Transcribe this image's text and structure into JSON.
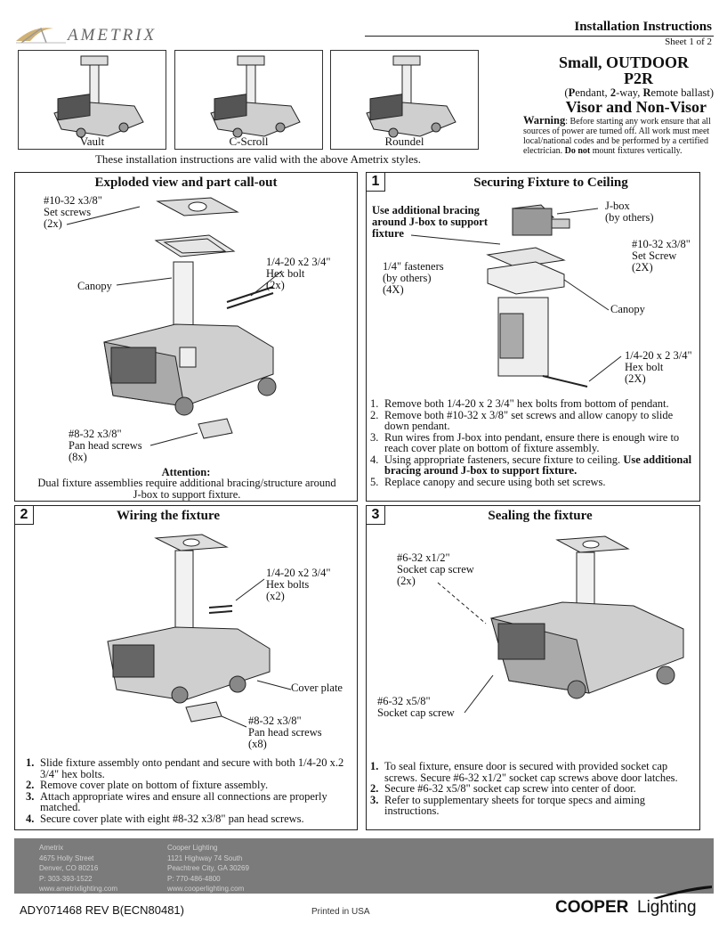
{
  "header": {
    "brand": "AMETRIX",
    "title": "Installation Instructions",
    "sheet": "Sheet 1 of 2"
  },
  "styles": [
    {
      "label": "Vault"
    },
    {
      "label": "C-Scroll"
    },
    {
      "label": "Roundel"
    }
  ],
  "styles_note": "These installation instructions are valid with the above Ametrix styles.",
  "product": {
    "name": "Small, OUTDOOR",
    "model": "P2R",
    "desc_open": "(",
    "desc_p": "P",
    "desc_p_rest": "endant, ",
    "desc_2": "2",
    "desc_2_rest": "-way, ",
    "desc_r": "R",
    "desc_r_rest": "emote ballast)",
    "visor": "Visor and Non-Visor"
  },
  "warning": {
    "label": "Warning",
    "text1": ": Before starting any work ensure that all sources of power are turned off.  All work must meet local/national codes and be performed by a certified electrician.  ",
    "bold": "Do not",
    "text2": " mount fixtures vertically."
  },
  "exploded": {
    "title": "Exploded view and part call-out",
    "set_screws": "#10-32 x3/8\"\nSet screws\n(2x)",
    "hex_bolt": "1/4-20 x2 3/4\"\nHex bolt\n(2x)",
    "canopy": "Canopy",
    "pan_head": "#8-32 x3/8\"\nPan head screws\n(8x)",
    "attention_label": "Attention:",
    "attention_text": "Dual fixture assemblies require additional bracing/structure around J-box to support fixture."
  },
  "step1": {
    "number": "1",
    "title": "Securing Fixture to Ceiling",
    "bracing": "Use additional bracing\naround J-box to support\nfixture",
    "jbox": "J-box\n(by others)",
    "set_screw": "#10-32 x3/8\"\nSet Screw\n(2X)",
    "fasteners": "1/4\" fasteners\n(by others)\n(4X)",
    "canopy": "Canopy",
    "hex_bolt": "1/4-20 x 2 3/4\"\nHex bolt\n(2X)",
    "steps": [
      {
        "n": "1.",
        "text": "Remove both 1/4-20 x 2 3/4\" hex bolts from bottom of pendant."
      },
      {
        "n": "2.",
        "text": "Remove both #10-32 x 3/8\" set screws and allow canopy to slide down pendant."
      },
      {
        "n": "3.",
        "text": "Run wires from J-box into pendant, ensure there is enough wire to reach cover plate on bottom of fixture assembly."
      },
      {
        "n": "4.",
        "text": "Using appropriate fasteners, secure fixture to ceiling.  ",
        "bold": "Use additional bracing around J-box to support fixture."
      },
      {
        "n": "5.",
        "text": "Replace canopy and secure using both set screws."
      }
    ]
  },
  "step2": {
    "number": "2",
    "title": "Wiring the fixture",
    "hex_bolts": "1/4-20 x2 3/4\"\nHex bolts\n(x2)",
    "cover_plate": "Cover plate",
    "pan_head": "#8-32 x3/8\"\nPan head screws\n(x8)",
    "steps": [
      {
        "n": "1.",
        "text": "Slide fixture assembly onto pendant and secure with both 1/4-20 x.2 3/4\" hex bolts."
      },
      {
        "n": "2.",
        "text": "Remove cover plate on bottom of fixture assembly."
      },
      {
        "n": "3.",
        "text": "Attach appropriate wires and ensure all connections are properly matched."
      },
      {
        "n": "4.",
        "text": "Secure cover plate with eight #8-32 x3/8\" pan head screws."
      }
    ]
  },
  "step3": {
    "number": "3",
    "title": "Sealing the fixture",
    "cap_screw_1": "#6-32 x1/2\"\nSocket cap screw\n(2x)",
    "cap_screw_2": "#6-32 x5/8\"\nSocket cap screw",
    "steps": [
      {
        "n": "1.",
        "text": "To seal fixture, ensure door is secured with provided socket cap screws.  Secure #6-32 x1/2\" socket cap screws above door latches."
      },
      {
        "n": "2.",
        "text": "Secure #6-32 x5/8\" socket cap screw into center of door."
      },
      {
        "n": "3.",
        "text": "Refer to supplementary sheets for torque specs and aiming instructions."
      }
    ]
  },
  "footer": {
    "left": [
      "Ametrix",
      "4675 Holly Street",
      "Denver, CO 80216",
      "P: 303-393-1522",
      "www.ametrixlighting.com"
    ],
    "right": [
      "Cooper Lighting",
      "1121 Highway 74 South",
      "Peachtree City, GA 30269",
      "P: 770-486-4800",
      "www.cooperlighting.com"
    ]
  },
  "doc_number": "ADY071468  REV B(ECN80481)",
  "printed": "Printed in USA",
  "cooper_logo": {
    "word1": "COOPER",
    "word2": "Lighting"
  }
}
